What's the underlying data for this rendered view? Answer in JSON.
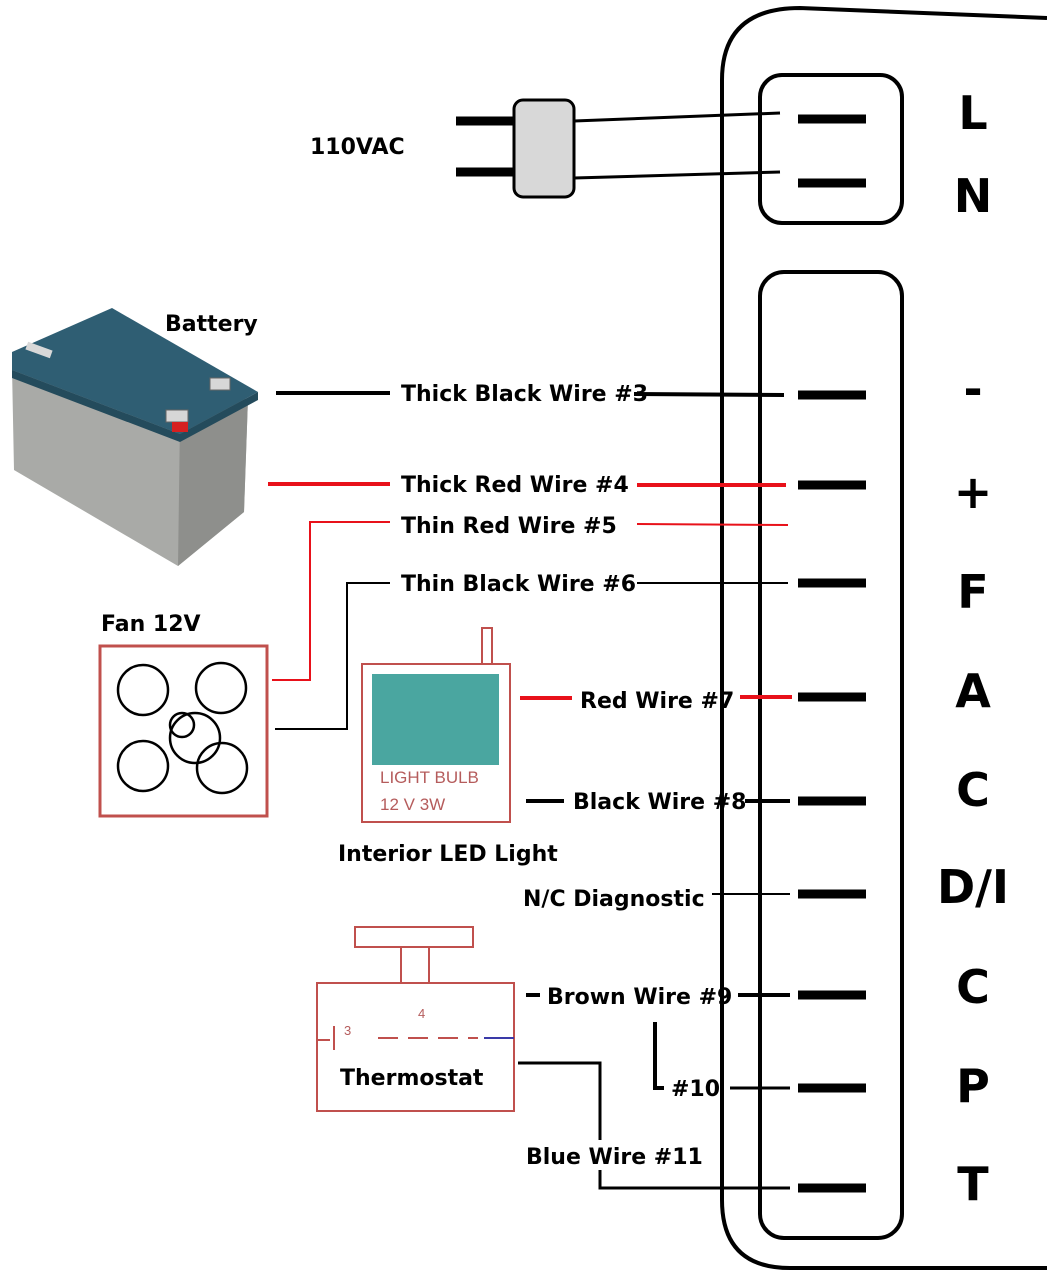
{
  "colors": {
    "wire_black": "#000000",
    "wire_red": "#e8111a",
    "device_outline": "#c0504d",
    "led_fill": "#4aa6a0",
    "battery_top": "#2f5e73",
    "battery_body": "#a9aaa7",
    "blue_contact": "#3a3aa8"
  },
  "power": {
    "label": "110VAC"
  },
  "board": {
    "terminals": [
      "L",
      "N",
      "-",
      "+",
      "F",
      "A",
      "C",
      "D/I",
      "C",
      "P",
      "T"
    ]
  },
  "components": {
    "battery": "Battery",
    "fan": "Fan 12V",
    "led_light": "Interior LED Light",
    "led_text_1": "LIGHT BULB",
    "led_text_2": "12 V 3W",
    "thermostat": "Thermostat",
    "thermostat_pin_3": "3",
    "thermostat_pin_4": "4"
  },
  "wires": {
    "w3": "Thick Black Wire #3",
    "w4": "Thick Red Wire #4",
    "w5": "Thin Red Wire #5",
    "w6": "Thin Black Wire #6",
    "w7": "Red Wire #7",
    "w8": "Black Wire #8",
    "nc": "N/C Diagnostic",
    "w9": "Brown Wire #9",
    "w10": "#10",
    "w11": "Blue Wire #11"
  }
}
